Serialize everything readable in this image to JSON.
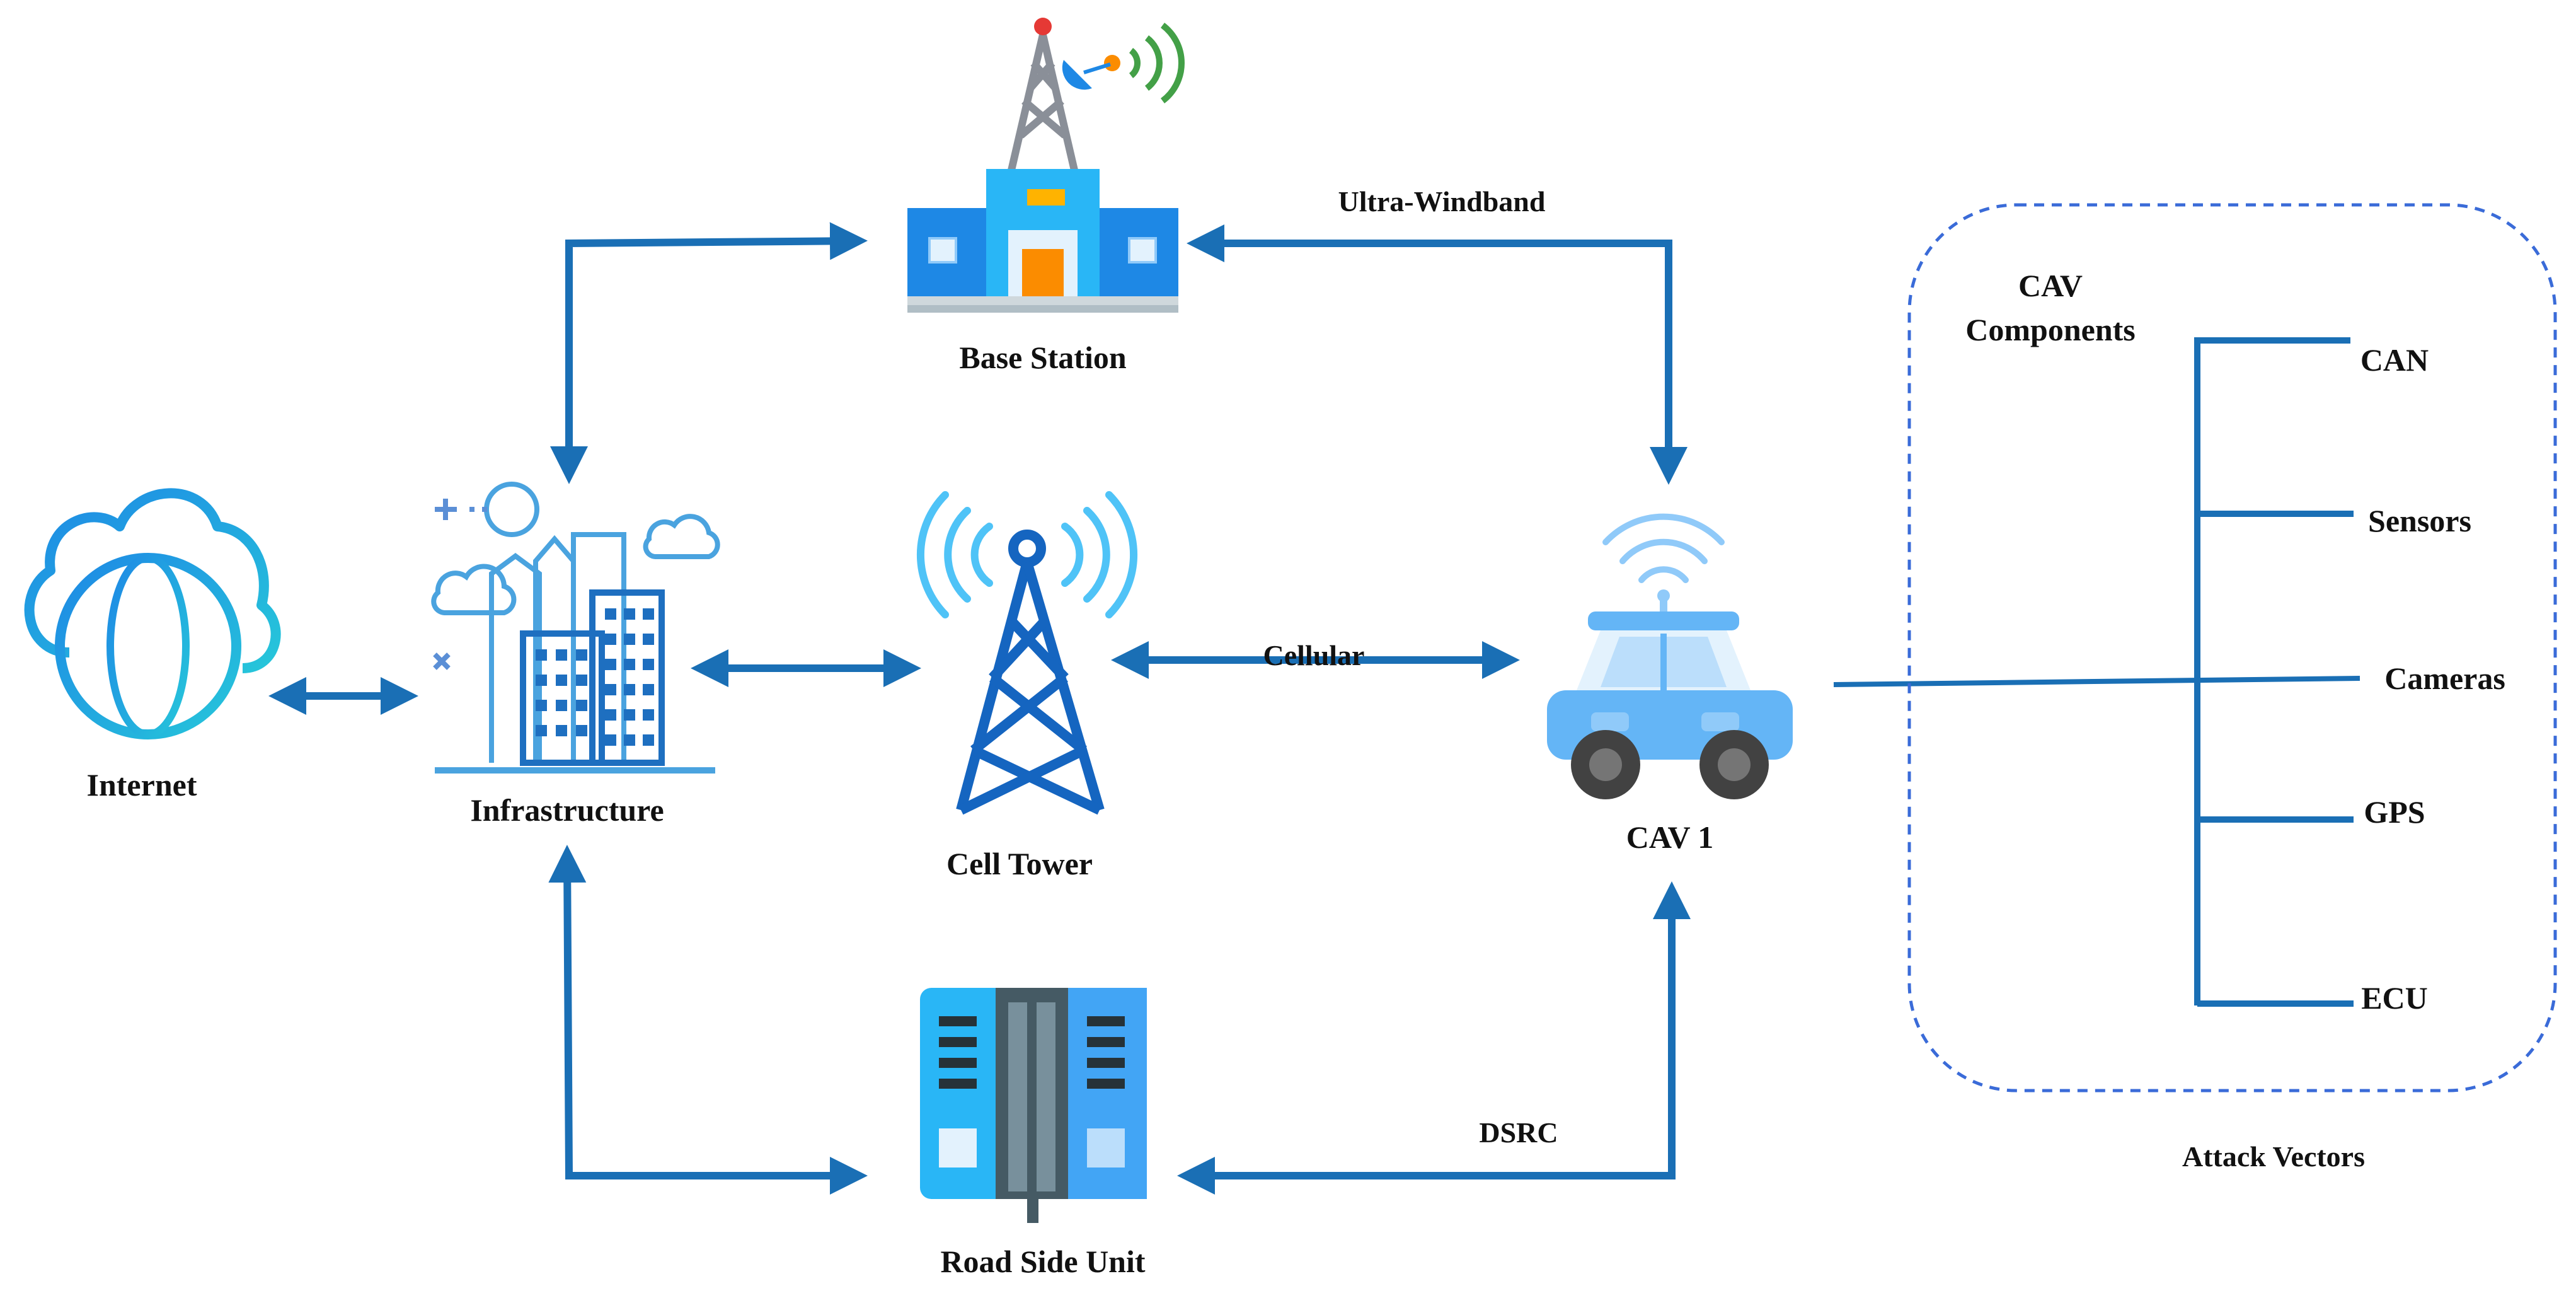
{
  "nodes": {
    "internet": "Internet",
    "infrastructure": "Infrastructure",
    "base_station": "Base Station",
    "cell_tower": "Cell Tower",
    "road_side_unit": "Road Side Unit",
    "cav": "CAV 1"
  },
  "links": {
    "uwb": "Ultra-Windband",
    "cellular": "Cellular",
    "dsrc": "DSRC"
  },
  "components": {
    "title_line1": "CAV",
    "title_line2": "Components",
    "items": [
      "CAN",
      "Sensors",
      "Cameras",
      "GPS",
      "ECU"
    ],
    "group_caption": "Attack Vectors"
  },
  "colors": {
    "arrow": "#1a6fb5",
    "icon_blue": "#1e6fc0",
    "light_blue": "#29b6f6",
    "dashed_box": "#3a6bd8"
  }
}
